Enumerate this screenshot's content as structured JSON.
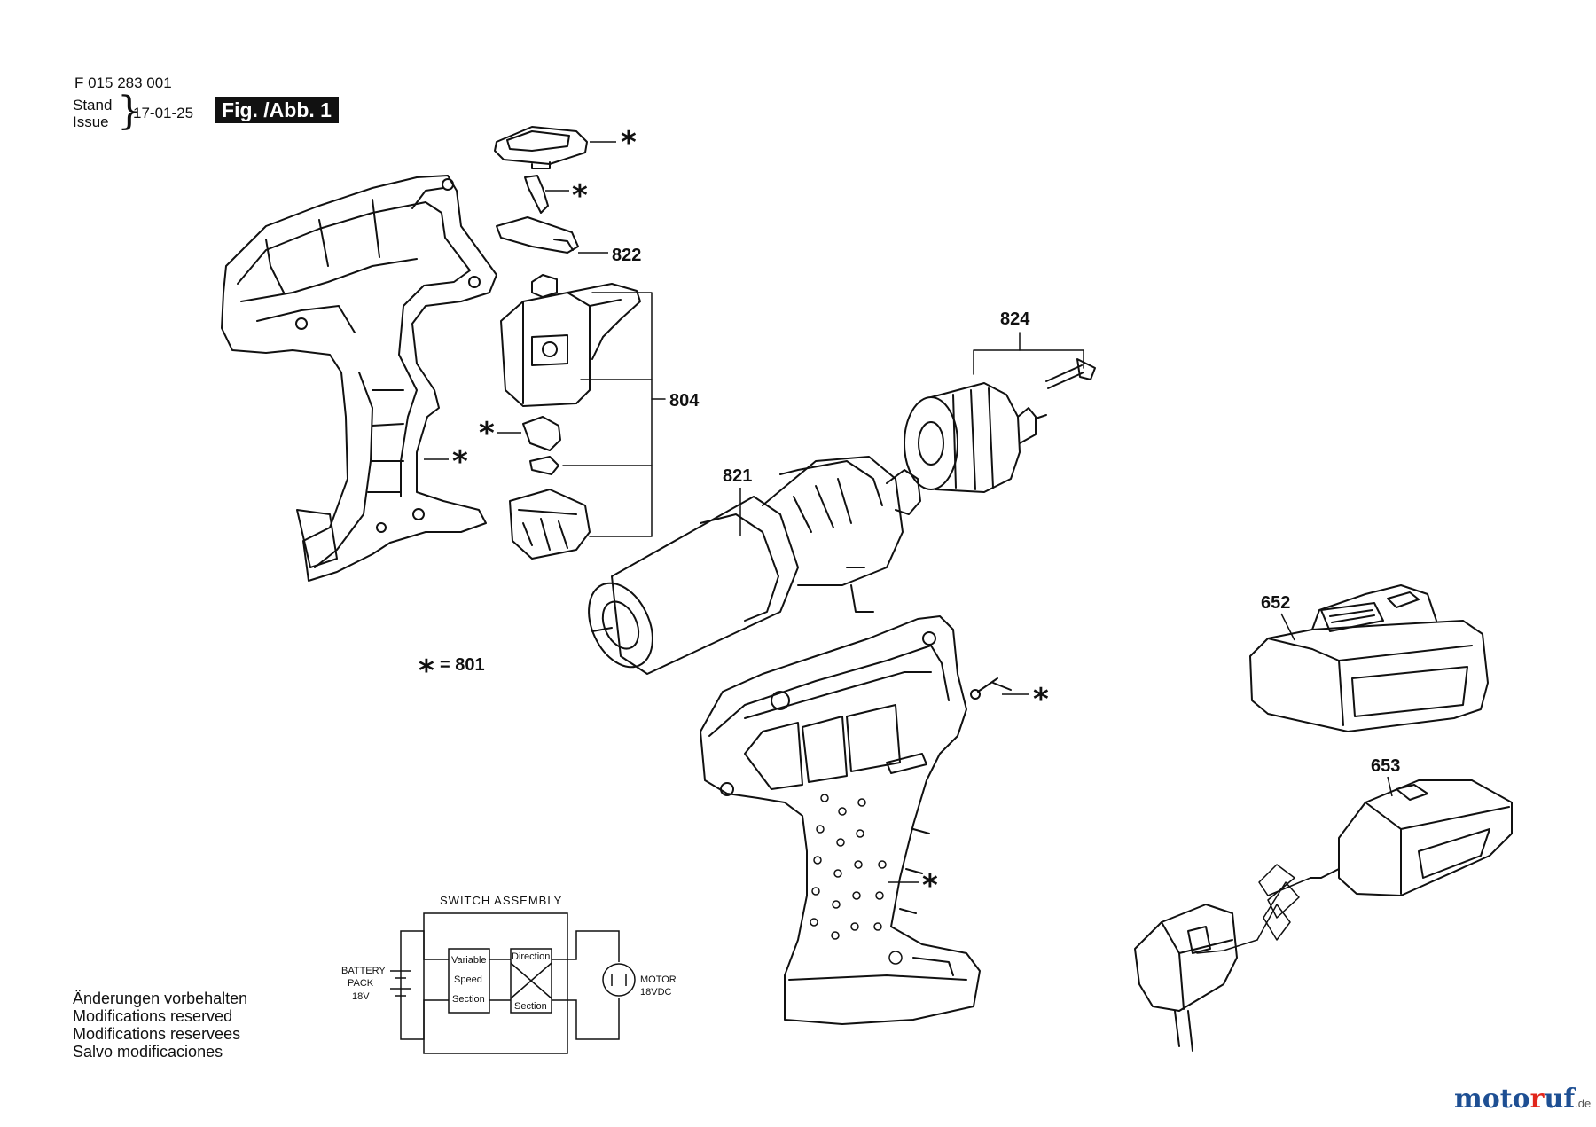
{
  "header": {
    "code": "F 015 283 001",
    "stand_label": "Stand",
    "issue_label": "Issue",
    "brace": "}",
    "date": "17-01-25",
    "fig_label": "Fig. /Abb. 1"
  },
  "parts": {
    "p822": "822",
    "p804": "804",
    "p824": "824",
    "p821": "821",
    "p652": "652",
    "p653": "653",
    "star_legend_star": "*",
    "star_legend": "= 801",
    "star": "*"
  },
  "schematic": {
    "title": "SWITCH ASSEMBLY",
    "battery_line1": "BATTERY",
    "battery_line2": "PACK",
    "battery_line3": "18V",
    "variable": "Variable",
    "speed": "Speed",
    "section": "Section",
    "direction": "Direction",
    "section2": "Section",
    "motor_line1": "MOTOR",
    "motor_line2": "18VDC"
  },
  "footer": {
    "mod_de": "Änderungen vorbehalten",
    "mod_en": "Modifications reserved",
    "mod_fr": "Modifications reservees",
    "mod_es": "Salvo modificaciones"
  },
  "logo": {
    "part1": "moto",
    "part2": "r",
    "part3": "uf",
    "domain": ".de"
  }
}
